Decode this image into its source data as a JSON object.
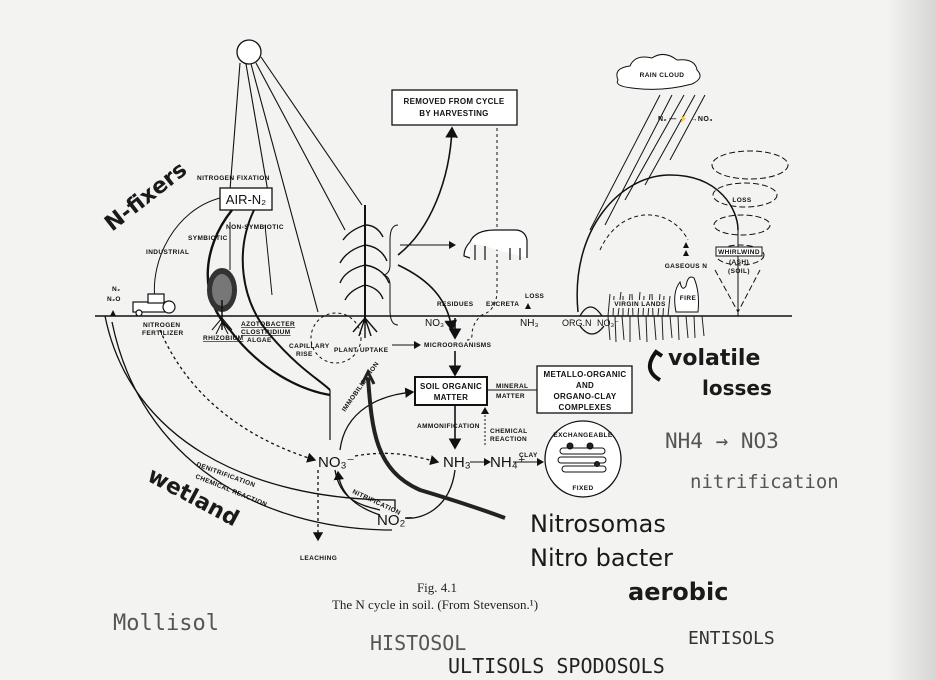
{
  "diagram": {
    "top_box": "REMOVED FROM CYCLE BY HARVESTING",
    "top_box_lines": [
      "REMOVED FROM CYCLE",
      "BY HARVESTING"
    ],
    "nitrogen_fixation": "NITROGEN FIXATION",
    "air_n2": "AIR-N₂",
    "industrial": "INDUSTRIAL",
    "symbiotic": "SYMBIOTIC",
    "non_symbiotic": "NON-SYMBIOTIC",
    "n2": "N₂",
    "n2o": "N₂O",
    "nitrogen_fertilizer": [
      "NITROGEN",
      "FERTILIZER"
    ],
    "rhizobium": "RHIZOBIUM",
    "azotobacter": "AZOTOBACTER",
    "clostridium": "CLOSTRIDIUM",
    "algae": "ALGAE",
    "capillary_rise": [
      "CAPILLARY",
      "RISE"
    ],
    "plant_uptake": "PLANT UPTAKE",
    "residues": "RESIDUES",
    "excreta": "EXCRETA",
    "loss": "LOSS",
    "nh3_top": "NH₃",
    "no3_top": "NO₃⁻",
    "microorganisms": "MICROORGANISMS",
    "soil_organic_matter": [
      "SOIL ORGANIC",
      "MATTER"
    ],
    "mineral_matter": [
      "MINERAL",
      "MATTER"
    ],
    "metallo_box": [
      "METALLO-ORGANIC",
      "AND",
      "ORGANO-CLAY",
      "COMPLEXES"
    ],
    "ammonification": "AMMONIFICATION",
    "chemical_reaction": [
      "CHEMICAL",
      "REACTION"
    ],
    "immobilization": "IMMOBILIZATION",
    "nitrification": "NITRIFICATION",
    "denitrification": "DENITRIFICATION",
    "chemical_reaction_arc": "CHEMICAL REACTION",
    "leaching": "LEACHING",
    "no3": "NO₃⁻",
    "nh3": "NH₃",
    "nh4": "NH₄⁺",
    "no2": "NO₂⁻",
    "clay": "CLAY",
    "exchangeable": "EXCHANGEABLE",
    "fixed": "FIXED",
    "rain_cloud": "RAIN CLOUD",
    "lightning_reaction": "N₂ — ⚡ →NO₃",
    "loss_whirl": "LOSS",
    "whirlwind": "WHIRLWIND",
    "ash": "(ASH)",
    "soil": "(SOIL)",
    "gaseous_n": "GASEOUS N",
    "fire": "FIRE",
    "virgin_lands": "VIRGIN LANDS",
    "org_n": "ORG.N",
    "no3_right": "NO₃⁻"
  },
  "caption": {
    "fig": "Fig. 4.1",
    "text": "The N cycle in soil. (From Stevenson.¹)"
  },
  "annotations": {
    "n_fixers": "N-fixers",
    "volatile": "volatile",
    "losses": "losses",
    "nh4_no3": "NH4 → NO3",
    "nitrification": "nitrification",
    "wetland": "wetland",
    "nitrosomas": "Nitrosomas",
    "nitrobacter": "Nitro bacter",
    "aerobic": "aerobic",
    "mollisol": "Mollisol",
    "histosol": "HISTOSOL",
    "entisols": "ENTISOLS",
    "ultisols_spodosols": "ULTISOLS SPODOSOLS"
  }
}
